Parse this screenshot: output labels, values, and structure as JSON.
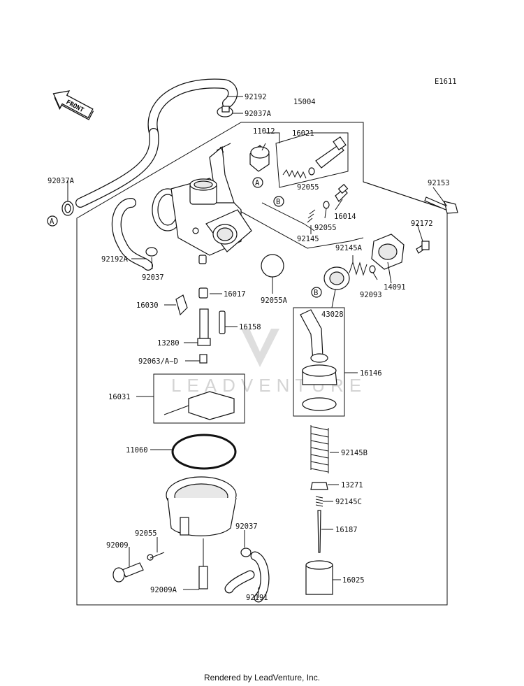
{
  "diagram_code": "E1611",
  "front_label": "FRONT",
  "watermark": "LEADVENTURE",
  "footer": "Rendered by LeadVenture, Inc.",
  "callouts": {
    "a1": "A",
    "a2": "A",
    "b1": "B",
    "b2": "B"
  },
  "parts": {
    "p92192": "92192",
    "p92037A_top": "92037A",
    "p15004": "15004",
    "p11012": "11012",
    "p16021": "16021",
    "p92055_top": "92055",
    "p92037A_left": "92037A",
    "p92153": "92153",
    "p16014": "16014",
    "p92055_mid": "92055",
    "p92145": "92145",
    "p92172": "92172",
    "p92145A": "92145A",
    "p92192A": "92192A",
    "p92037_left": "92037",
    "p14091": "14091",
    "p92093": "92093",
    "p92055A": "92055A",
    "p16017": "16017",
    "p43028": "43028",
    "p16030": "16030",
    "p16158": "16158",
    "p13280": "13280",
    "p92063": "92063/A~D",
    "p16146": "16146",
    "p16031": "16031",
    "p11060": "11060",
    "p92145B": "92145B",
    "p13271": "13271",
    "p92145C": "92145C",
    "p16187": "16187",
    "p92055_low": "92055",
    "p92037_low": "92037",
    "p92009": "92009",
    "p16025": "16025",
    "p92009A": "92009A",
    "p92191": "92191"
  }
}
